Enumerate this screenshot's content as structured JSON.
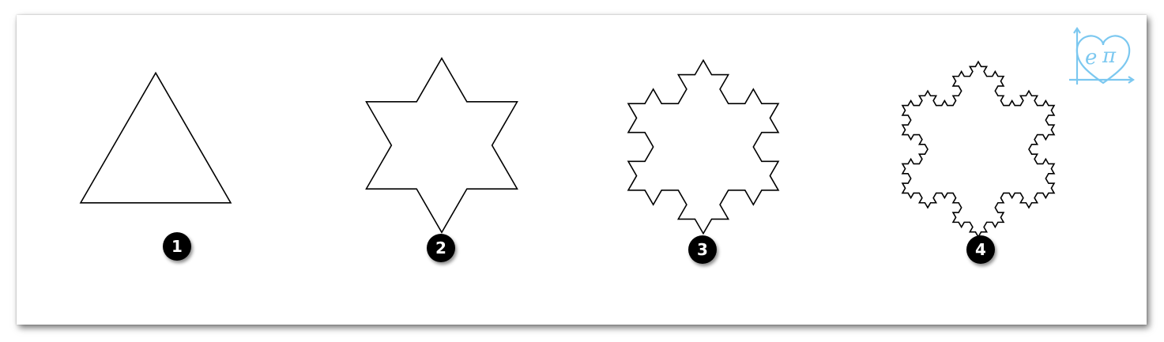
{
  "panels": [
    {
      "label": "1",
      "iteration": 0
    },
    {
      "label": "2",
      "iteration": 1
    },
    {
      "label": "3",
      "iteration": 2
    },
    {
      "label": "4",
      "iteration": 3
    }
  ],
  "logo": {
    "text_e": "e",
    "text_pi": "π"
  },
  "colors": {
    "stroke": "#000000",
    "logo": "#7cc8f0",
    "badge": "#000000"
  }
}
